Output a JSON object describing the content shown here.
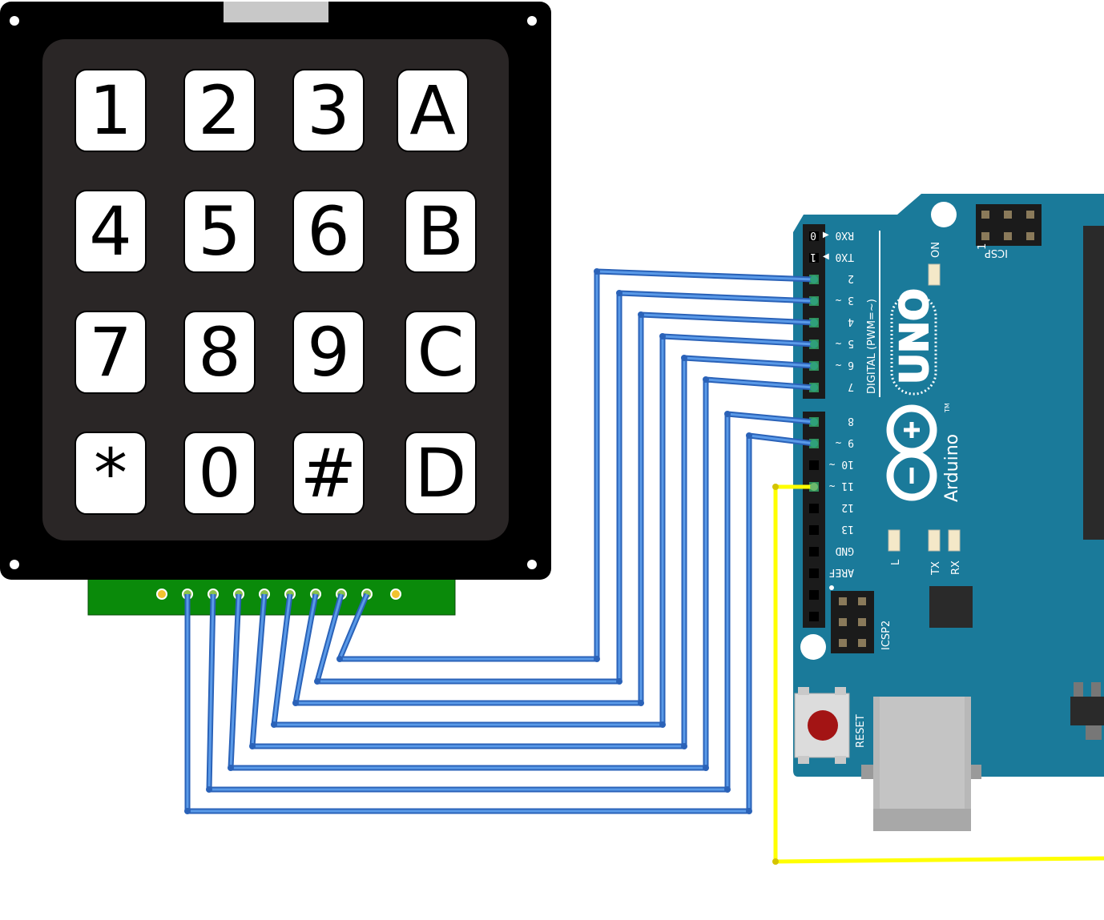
{
  "keypad": {
    "keys": [
      "1",
      "2",
      "3",
      "A",
      "4",
      "5",
      "6",
      "B",
      "7",
      "8",
      "9",
      "C",
      "*",
      "0",
      "#",
      "D"
    ]
  },
  "arduino": {
    "brand": "Arduino",
    "trademark": "TM",
    "model": "UNO",
    "digital_label": "DIGITAL (PWM=~)",
    "pins": [
      "RX0 ◀ 0",
      "TX0 ▶ 1",
      "2",
      "3 ~",
      "4",
      "5 ~",
      "6 ~",
      "7",
      "8",
      "9 ~",
      "10 ~",
      "11 ~",
      "12",
      "13",
      "GND",
      "AREF"
    ],
    "on_label": "ON",
    "icsp_label": "ICSP",
    "icsp_one": "1",
    "icsp2_label": "ICSP2",
    "reset_label": "RESET",
    "led_labels": [
      "L",
      "TX",
      "RX"
    ]
  },
  "colors": {
    "keypad_body": "#000000",
    "keypad_face": "#2a2626",
    "key_fill": "#ffffff",
    "board": "#1a7a9a",
    "header": "#1b1b1b",
    "pcb": "#0a8a0a",
    "wire_blue": "#3a7bd5",
    "wire_yellow": "#ffff00",
    "reset_button": "#a31414"
  }
}
